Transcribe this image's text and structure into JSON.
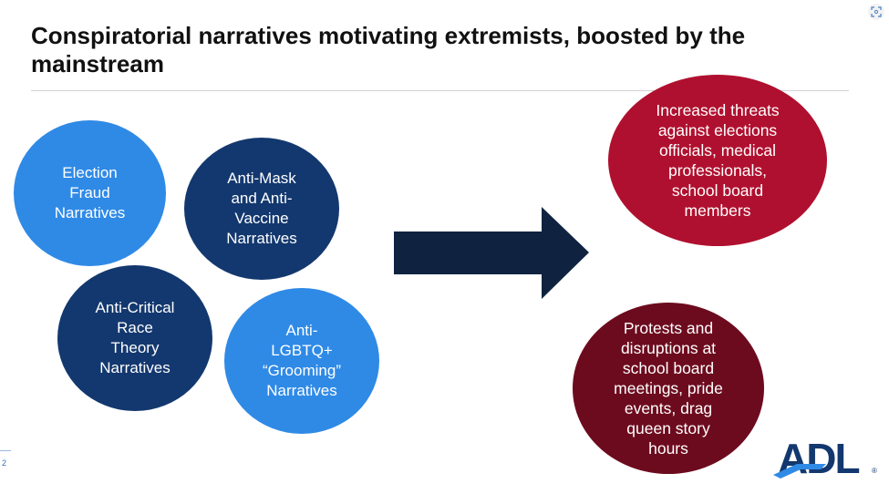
{
  "title": "Conspiratorial narratives motivating extremists, boosted by the mainstream",
  "causes": [
    {
      "label": "Election\nFraud\nNarratives",
      "color": "#2f8ae6"
    },
    {
      "label": "Anti-Mask\nand Anti-\nVaccine\nNarratives",
      "color": "#13386f"
    },
    {
      "label": "Anti-Critical\nRace\nTheory\nNarratives",
      "color": "#13386f"
    },
    {
      "label": "Anti-\nLGBTQ+\n“Grooming”\nNarratives",
      "color": "#2f8ae6"
    }
  ],
  "effects": [
    {
      "label": "Increased threats\nagainst elections\nofficials, medical\nprofessionals,\nschool board\nmembers",
      "color": "#b0102f"
    },
    {
      "label": "Protests and\ndisruptions at\nschool board\nmeetings, pride\nevents, drag\nqueen story\nhours",
      "color": "#6d0b1e"
    }
  ],
  "arrow_color": "#0f2340",
  "logo": {
    "text": "ADL",
    "registered": "®",
    "color": "#13386f"
  },
  "page_number": "2",
  "icons": {
    "corner": "screen-capture-icon",
    "arrow": "right-arrow-icon"
  }
}
